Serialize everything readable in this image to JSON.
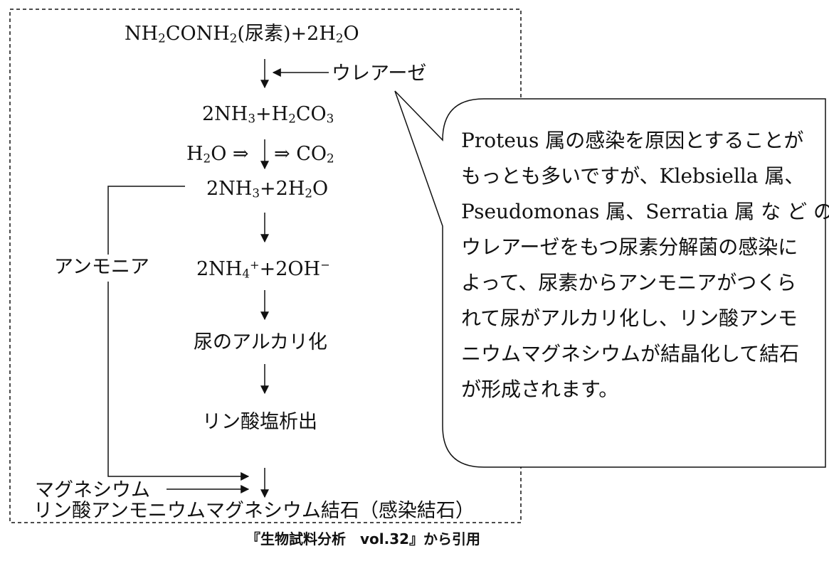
{
  "pathway": {
    "step1": {
      "pre": "NH",
      "s1": "2",
      "mid": "CONH",
      "s2": "2",
      "post": "(尿素)+2H",
      "s3": "2",
      "end": "O"
    },
    "enzyme_label": "ウレアーゼ",
    "step2": {
      "a": "2NH",
      "s1": "3",
      "b": "+H",
      "s2": "2",
      "c": "CO",
      "s3": "3"
    },
    "step3": {
      "left_a": "H",
      "left_s": "2",
      "left_b": "O ⇒",
      "right_a": "⇒ CO",
      "right_s": "2"
    },
    "step4": {
      "a": "2NH",
      "s1": "3",
      "b": "+2H",
      "s2": "2",
      "c": "O"
    },
    "step5": {
      "a": "2NH",
      "s1": "4",
      "p1": "+",
      "b": "+2OH",
      "p2": "−"
    },
    "step6": "尿のアルカリ化",
    "step7": "リン酸塩析出",
    "final": "リン酸アンモニウムマグネシウム結石（感染結石）",
    "ammonia_label": "アンモニア",
    "magnesium_label": "マグネシウム"
  },
  "callout": {
    "lines": [
      "Proteus 属の感染を原因とすることが",
      "もっとも多いですが、Klebsiella 属、",
      "Pseudomonas 属、Serratia 属 な ど の",
      "ウレアーゼをもつ尿素分解菌の感染に",
      "よって、尿素からアンモニアがつくら",
      "れて尿がアルカリ化し、リン酸アンモ",
      "ニウムマグネシウムが結晶化して結石",
      "が形成されます。"
    ]
  },
  "source": "『生物試料分析　vol.32』から引用"
}
